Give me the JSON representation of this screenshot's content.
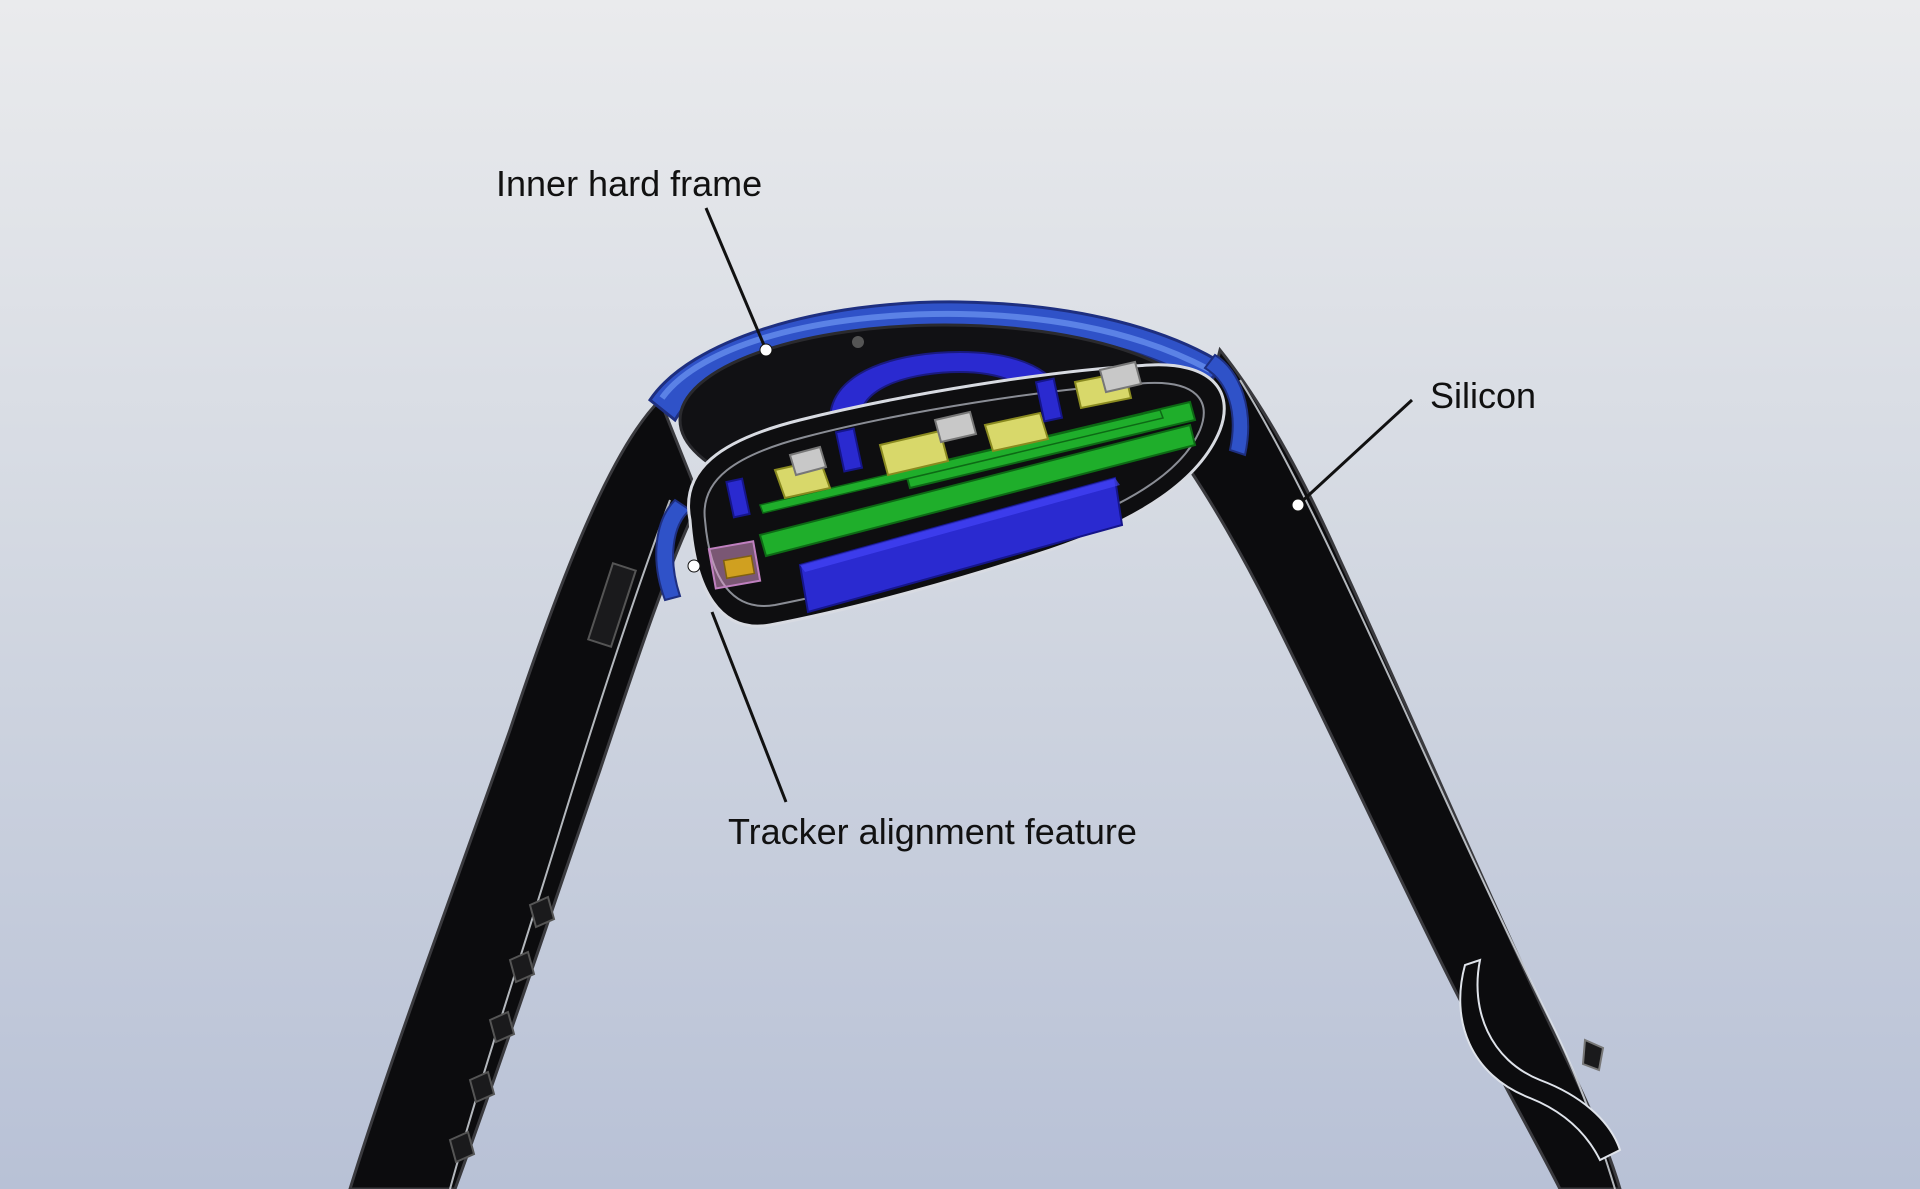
{
  "callouts": {
    "inner_hard_frame": "Inner hard frame",
    "silicon": "Silicon",
    "tracker_alignment_feature": "Tracker alignment feature"
  },
  "colors": {
    "band": "#0c0c0e",
    "band_edge": "#3a3a3e",
    "frame_blue": "#2f52c8",
    "frame_blue_light": "#5b82e6",
    "battery_blue": "#2a2ad0",
    "pcb_green": "#1fae2b",
    "component_yellow": "#d8d86a",
    "leader_line": "#111111",
    "marker_dot": "#ffffff"
  }
}
